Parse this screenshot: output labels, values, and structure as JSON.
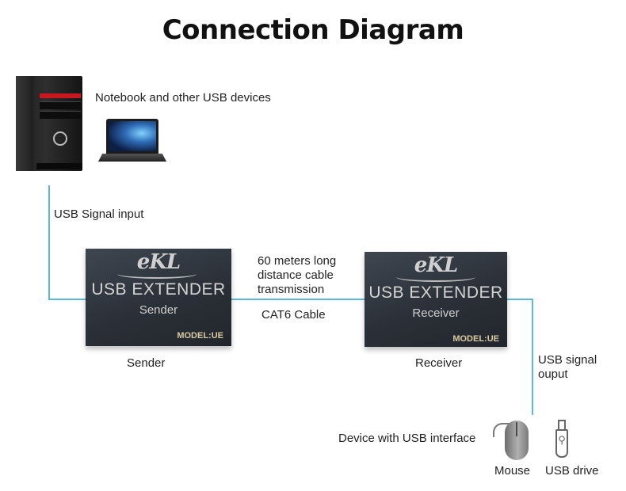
{
  "title": "Connection Diagram",
  "labels": {
    "top_devices": "Notebook and other USB devices",
    "signal_input": "USB Signal input",
    "cable_desc_line1": "60 meters long",
    "cable_desc_line2": "distance cable",
    "cable_desc_line3": "transmission",
    "cable_type": "CAT6 Cable",
    "sender_caption": "Sender",
    "receiver_caption": "Receiver",
    "signal_output_line1": "USB signal",
    "signal_output_line2": "ouput",
    "device_interface": "Device with USB interface",
    "mouse": "Mouse",
    "usb_drive": "USB drive"
  },
  "sender_box": {
    "brand": "eKL",
    "name": "USB EXTENDER",
    "role": "Sender",
    "model": "MODEL:UE"
  },
  "receiver_box": {
    "brand": "eKL",
    "name": "USB EXTENDER",
    "role": "Receiver",
    "model": "MODEL:UE"
  },
  "colors": {
    "connector_line": "#5bb8d9",
    "box_body": "#2b3038",
    "model_text": "#d8c9a0"
  },
  "icons": [
    "desktop-tower-icon",
    "laptop-icon",
    "mouse-icon",
    "usb-drive-icon"
  ]
}
